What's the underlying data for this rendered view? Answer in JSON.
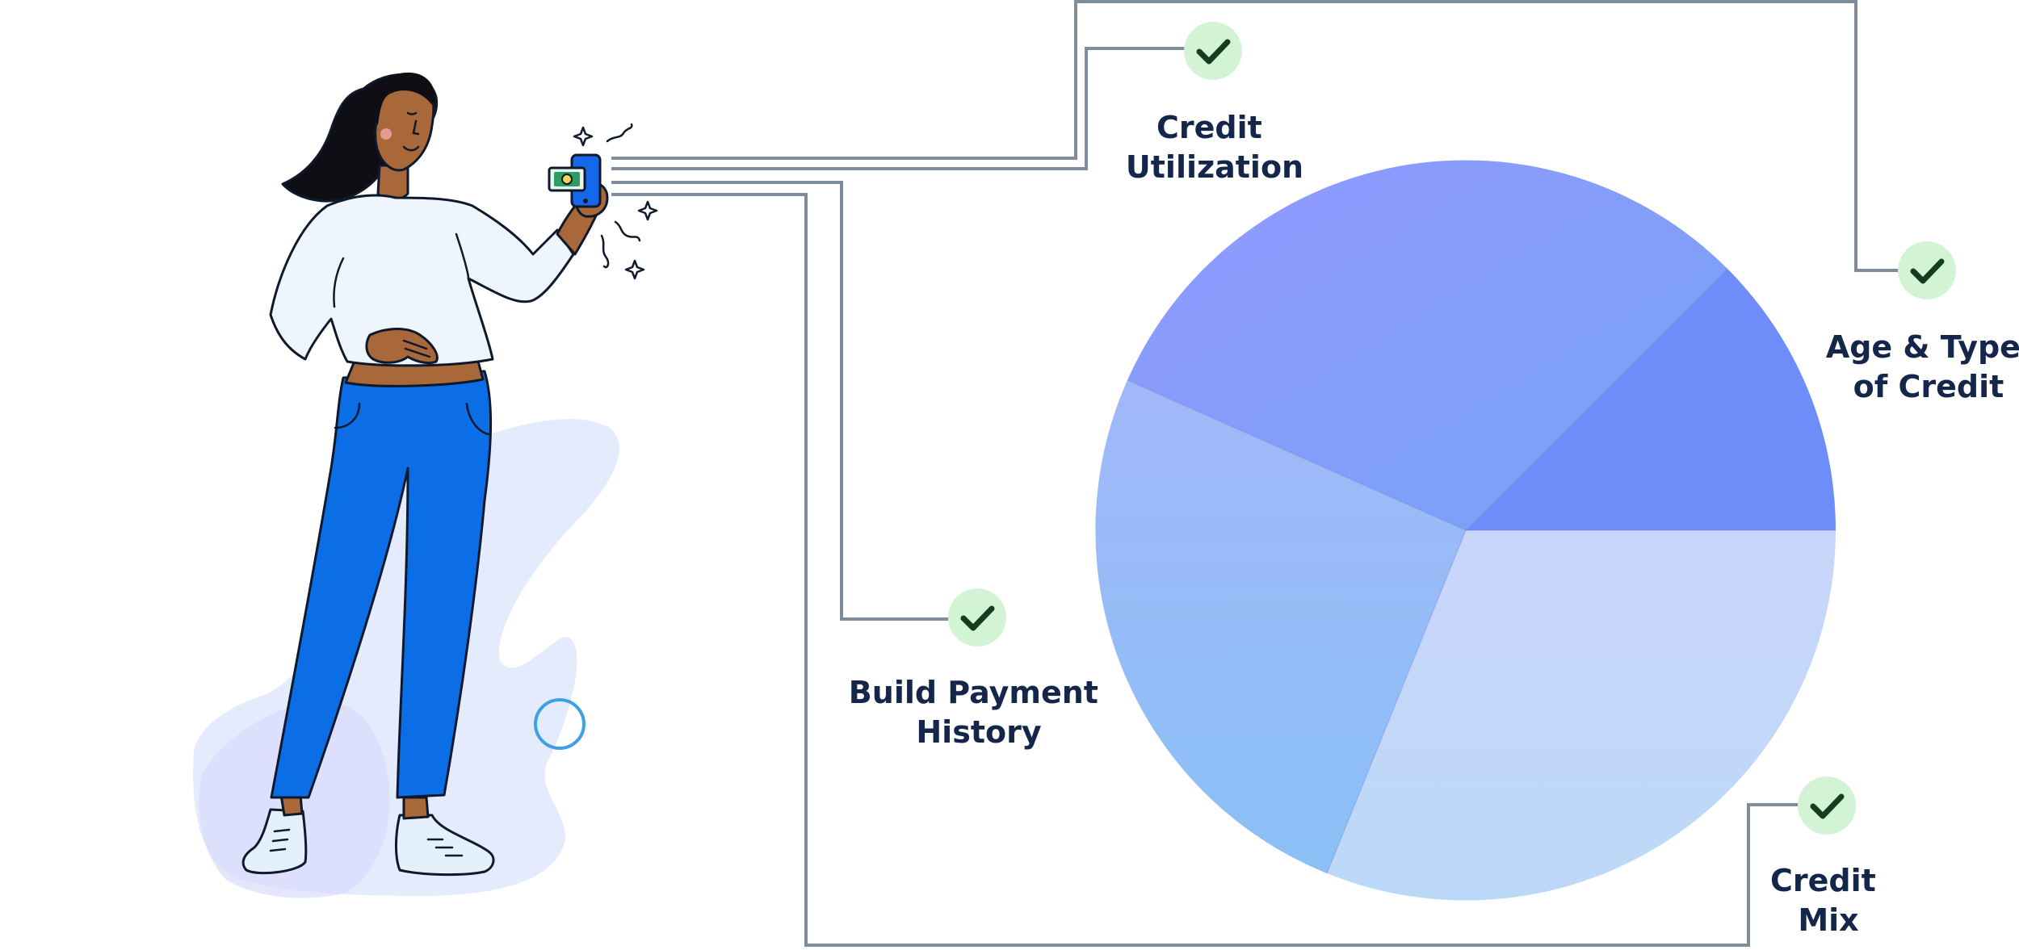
{
  "colors": {
    "connector": "#7f8c9c",
    "check_fill": "#d3f4d4",
    "check_mark": "#133d1f",
    "label_text": "#14264a",
    "slice_utilization_top": "#9199ff",
    "slice_utilization_bottom": "#77a2f5",
    "slice_age_type": "#6f8df8",
    "slice_payment_top": "#a1b8f7",
    "slice_payment_bottom": "#8ac0f6",
    "slice_mix_top": "#c9d6fa",
    "slice_mix_bottom": "#bcd8f8",
    "skin": "#a8683a",
    "hair": "#0e0e14",
    "sweater": "#eef5fd",
    "jeans": "#0c6ee6",
    "shoes": "#e4f1fb",
    "blob": "#e3ebfd",
    "phone": "#1668ea",
    "outline": "#0e1a2b"
  },
  "icons": [
    "check-icon",
    "phone-icon",
    "money-icon",
    "sparkle-icon",
    "circle-ring-icon"
  ],
  "labels": {
    "credit_utilization": [
      "Credit",
      "Utilization"
    ],
    "age_type": [
      "Age & Type",
      "of Credit"
    ],
    "payment_history": [
      "Build Payment",
      "History"
    ],
    "credit_mix": [
      "Credit",
      "Mix"
    ]
  }
}
